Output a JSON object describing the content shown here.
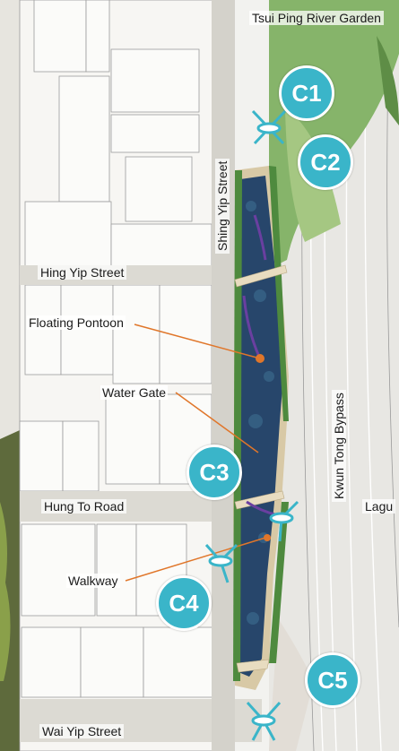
{
  "streets": {
    "tsui_ping": "Tsui Ping River Garden",
    "shing_yip": "Shing Yip Street",
    "hing_yip": "Hing Yip Street",
    "hung_to": "Hung To Road",
    "wai_yip": "Wai Yip Street",
    "kwun_tong_bypass": "Kwun Tong Bypass",
    "lagu": "Lagu"
  },
  "callouts": {
    "floating_pontoon": "Floating Pontoon",
    "water_gate": "Water Gate",
    "walkway": "Walkway"
  },
  "viewpoints": [
    "C1",
    "C2",
    "C3",
    "C4",
    "C5"
  ],
  "colors": {
    "badge": "#3ab5c9",
    "water": "#27466b",
    "park": "#7fae62",
    "road": "#d9d6cf",
    "leader": "#e0762a"
  }
}
